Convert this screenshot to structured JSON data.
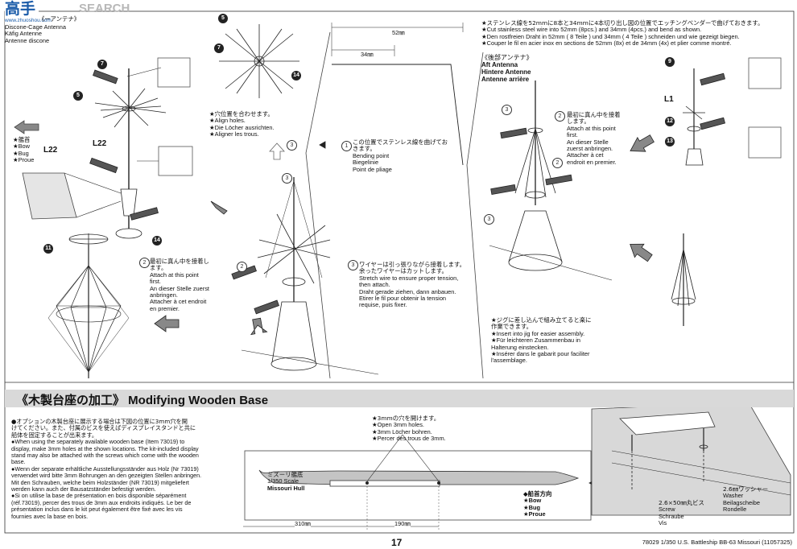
{
  "watermark": {
    "text": "SEARCH",
    "logo_text": "高手",
    "logo_sub": "www.zhuoshou.com"
  },
  "antennas": {
    "disc": [
      "Discone-Cage Antenna",
      "Käfig Antenne",
      "Antenne discone"
    ],
    "disc_jp": "《ーアンテナ》",
    "aft_jp": "《後部アンテナ》",
    "aft": [
      "Aft Antenna",
      "Hintere Antenne",
      "Antenne arrière"
    ]
  },
  "labels": {
    "l22": "L22",
    "l1": "L1",
    "mm52": "52㎜",
    "mm34": "34㎜"
  },
  "part_numbers": {
    "n7": "7",
    "n5": "5",
    "n14": "14",
    "n11": "11",
    "n9": "9",
    "n12": "12",
    "n13": "13",
    "n2": "2",
    "n3": "3"
  },
  "bow_labels": {
    "jp": "★艦首",
    "en": "★Bow",
    "de": "★Bug",
    "fr": "★Proue"
  },
  "instructions": {
    "align_holes": [
      "★穴位置を合わせます。",
      "★Align holes.",
      "★Die Löcher ausrichten.",
      "★Aligner les trous."
    ],
    "bending_point": [
      "この位置でステンレス線を曲げてお",
      "きます。",
      "Bending point",
      "Biegelinie",
      "Point de pliage"
    ],
    "attach_first": [
      "最初に真ん中を接着し",
      "ます。",
      "Attach at this point",
      "first.",
      "An dieser Stelle zuerst",
      "anbringen.",
      "Attacher à cet endroit",
      "en premier."
    ],
    "attach_first_b": [
      "最初に真ん中を接着",
      "します。",
      "Attach at this point",
      "first.",
      "An dieser Stelle",
      "zuerst anbringen.",
      "Attacher à cet",
      "endroit en premier."
    ],
    "stretch_wire": [
      "ワイヤーは引っ張りながら接着します。",
      "余ったワイヤーはカットします。",
      "Stretch wire to ensure proper tension,",
      "then attach.",
      "Draht gerade ziehen, dann anbauen.",
      "Etirer le fil pour obtenir la tension",
      "requise, puis fixer."
    ],
    "cut_wire": [
      "★ステンレス線を52mmに8本と34mmに4本切り出し図の位置でエッチングベンダーで曲げておきます。",
      "★Cut stainless steel wire into 52mm (8pcs.) and 34mm (4pcs.) and bend as shown.",
      "★Den rostfreien Draht in 52mm ( 8 Teile ) und 34mm ( 4 Teile ) schneiden und wie gezeigt biegen.",
      "★Couper le fil en acier inox en sections de 52mm (8x) et de 34mm (4x) et plier comme montré."
    ],
    "jig": [
      "★ジグに差し込んで組み立てると楽に",
      "作業できます。",
      "★Insert into jig for easier assembly.",
      "★Für leichteren Zusammenbau in",
      "Halterung einstecken.",
      "★Insérer dans le gabarit pour faciliter",
      "l'assemblage."
    ]
  },
  "section": {
    "title": "《木製台座の加工》 Modifying Wooden Base"
  },
  "base_text": [
    "●オプションの木製台座に展示する場合は下図の位置に3mm穴を開",
    "けてください。また、付属のビスを使えばディスプレイスタンドと共に",
    "船体を固定することが出来ます。",
    "●When using the separately available wooden base (Item 73019) to",
    "display, make 3mm holes at the shown locations. The kit-included display",
    "stand may also be attached with the screws which come with the wooden",
    "base.",
    "●Wenn der separate erhältliche Ausstellungsständer aus Holz (Nr 73019)",
    "verwendet wird bitte 3mm Bohrungen an den gezeigten Stellen anbringen.",
    "Mit den Schrauben, welche beim Holzständer (NR 73019) mitgeliefert",
    "werden kann auch der Bausatzständer befestigt werden.",
    "●Si on utilise la base de présentation en bois disponible séparément",
    "(réf.73019), percer des trous de 3mm aux endroits indiqués. Le ber de",
    "présentation inclus dans le kit peut également être fixé avec les vis",
    "fournies avec la base en bois."
  ],
  "holes_note": [
    "★3mmの穴を開けます。",
    "★Open 3mm holes.",
    "★3mm Löcher bohren.",
    "★Percer des trous de 3mm."
  ],
  "hull": [
    "ミズーリ艦底",
    "1/350 Scale",
    "Missouri Hull"
  ],
  "direction": [
    "◆船首方向",
    "★Bow",
    "★Bug",
    "★Proue"
  ],
  "dims": {
    "d310": "310㎜",
    "d190": "190㎜"
  },
  "washer": [
    "2.6㎜ワッシャー",
    "Washer",
    "Beilagscheibe",
    "Rondelle"
  ],
  "screw": [
    "2.6×50㎜丸ビス",
    "Screw",
    "Schraube",
    "Vis"
  ],
  "footer": {
    "page": "17",
    "ref": "78029  1/350 U.S. Battleship BB-63 Missouri (11057325)"
  }
}
